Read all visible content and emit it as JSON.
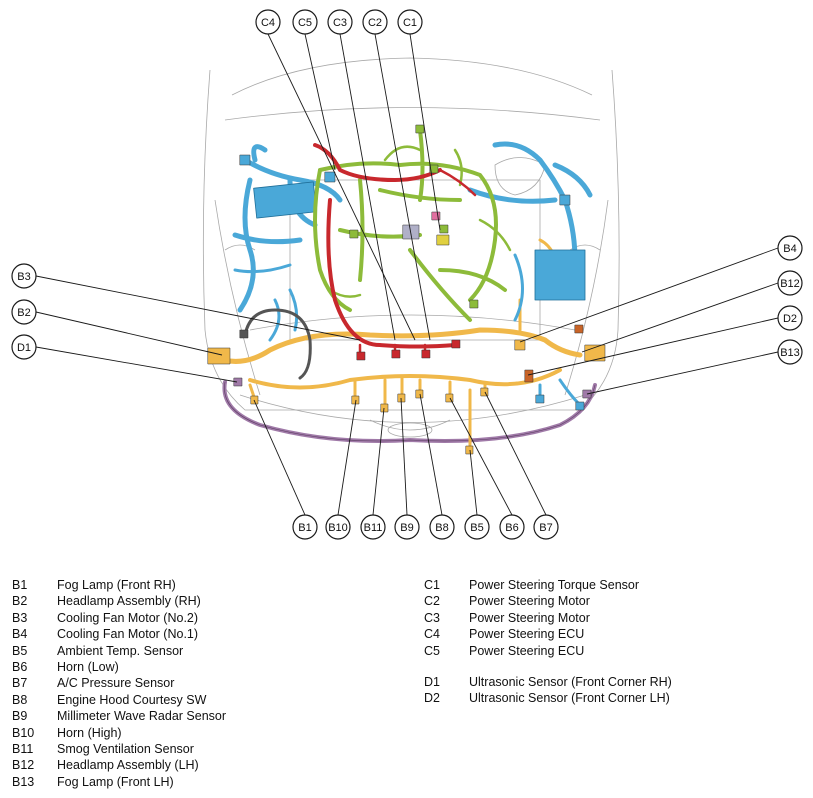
{
  "diagram": {
    "callouts": [
      {
        "id": "C4",
        "label": "C4",
        "kind": "top"
      },
      {
        "id": "C5",
        "label": "C5",
        "kind": "top"
      },
      {
        "id": "C3",
        "label": "C3",
        "kind": "top"
      },
      {
        "id": "C2",
        "label": "C2",
        "kind": "top"
      },
      {
        "id": "C1",
        "label": "C1",
        "kind": "top"
      },
      {
        "id": "B3",
        "label": "B3",
        "kind": "left"
      },
      {
        "id": "B2",
        "label": "B2",
        "kind": "left"
      },
      {
        "id": "D1",
        "label": "D1",
        "kind": "left"
      },
      {
        "id": "B4",
        "label": "B4",
        "kind": "right"
      },
      {
        "id": "B12",
        "label": "B12",
        "kind": "right"
      },
      {
        "id": "D2",
        "label": "D2",
        "kind": "right"
      },
      {
        "id": "B13",
        "label": "B13",
        "kind": "right"
      },
      {
        "id": "B1",
        "label": "B1",
        "kind": "bottom"
      },
      {
        "id": "B10",
        "label": "B10",
        "kind": "bottom"
      },
      {
        "id": "B11",
        "label": "B11",
        "kind": "bottom"
      },
      {
        "id": "B9",
        "label": "B9",
        "kind": "bottom"
      },
      {
        "id": "B8",
        "label": "B8",
        "kind": "bottom"
      },
      {
        "id": "B5",
        "label": "B5",
        "kind": "bottom"
      },
      {
        "id": "B6",
        "label": "B6",
        "kind": "bottom"
      },
      {
        "id": "B7",
        "label": "B7",
        "kind": "bottom"
      }
    ],
    "colors": {
      "blue_harness": "#4aa8d8",
      "green_harness": "#8dbb3a",
      "yellow_harness": "#f0b84a",
      "red_harness": "#c8282d",
      "purple_harness": "#a07aa8",
      "gray_harness": "#555555",
      "outline": "#9a9a9a"
    }
  },
  "legend": {
    "left": [
      {
        "code": "B1",
        "desc": "Fog Lamp (Front RH)"
      },
      {
        "code": "B2",
        "desc": "Headlamp Assembly (RH)"
      },
      {
        "code": "B3",
        "desc": "Cooling Fan Motor (No.2)"
      },
      {
        "code": "B4",
        "desc": "Cooling Fan Motor (No.1)"
      },
      {
        "code": "B5",
        "desc": "Ambient Temp. Sensor"
      },
      {
        "code": "B6",
        "desc": "Horn (Low)"
      },
      {
        "code": "B7",
        "desc": "A/C Pressure Sensor"
      },
      {
        "code": "B8",
        "desc": "Engine Hood Courtesy SW"
      },
      {
        "code": "B9",
        "desc": "Millimeter Wave Radar Sensor"
      },
      {
        "code": "B10",
        "desc": "Horn (High)"
      },
      {
        "code": "B11",
        "desc": "Smog Ventilation Sensor"
      },
      {
        "code": "B12",
        "desc": "Headlamp Assembly (LH)"
      },
      {
        "code": "B13",
        "desc": "Fog Lamp (Front LH)"
      }
    ],
    "right_c": [
      {
        "code": "C1",
        "desc": "Power Steering Torque Sensor"
      },
      {
        "code": "C2",
        "desc": "Power Steering Motor"
      },
      {
        "code": "C3",
        "desc": "Power Steering Motor"
      },
      {
        "code": "C4",
        "desc": "Power Steering ECU"
      },
      {
        "code": "C5",
        "desc": "Power Steering ECU"
      }
    ],
    "right_d": [
      {
        "code": "D1",
        "desc": "Ultrasonic Sensor (Front Corner RH)"
      },
      {
        "code": "D2",
        "desc": "Ultrasonic Sensor (Front Corner LH)"
      }
    ]
  }
}
